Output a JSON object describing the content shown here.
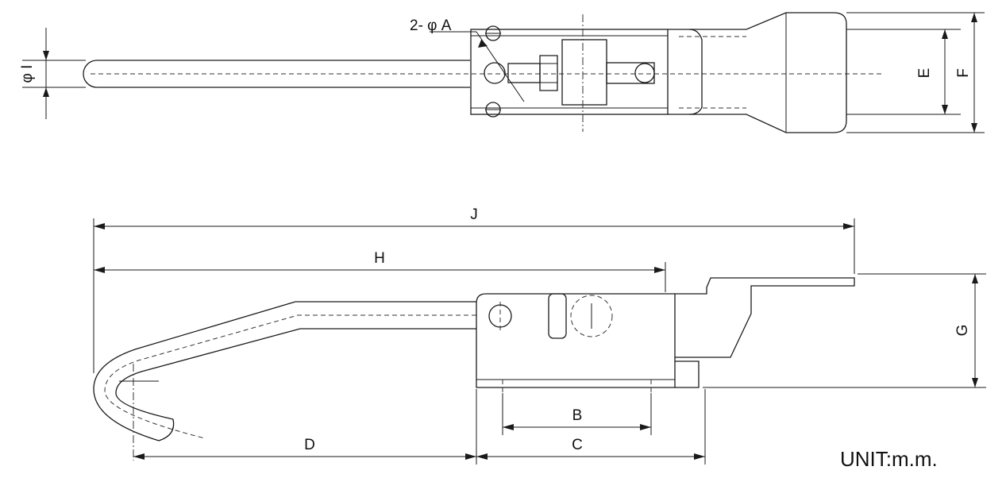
{
  "labels": {
    "phi_i": "φ I",
    "hole": "2- φ A",
    "e": "E",
    "f": "F",
    "j": "J",
    "h": "H",
    "g": "G",
    "b": "B",
    "c": "C",
    "d": "D"
  },
  "unit": "UNIT:m.m."
}
